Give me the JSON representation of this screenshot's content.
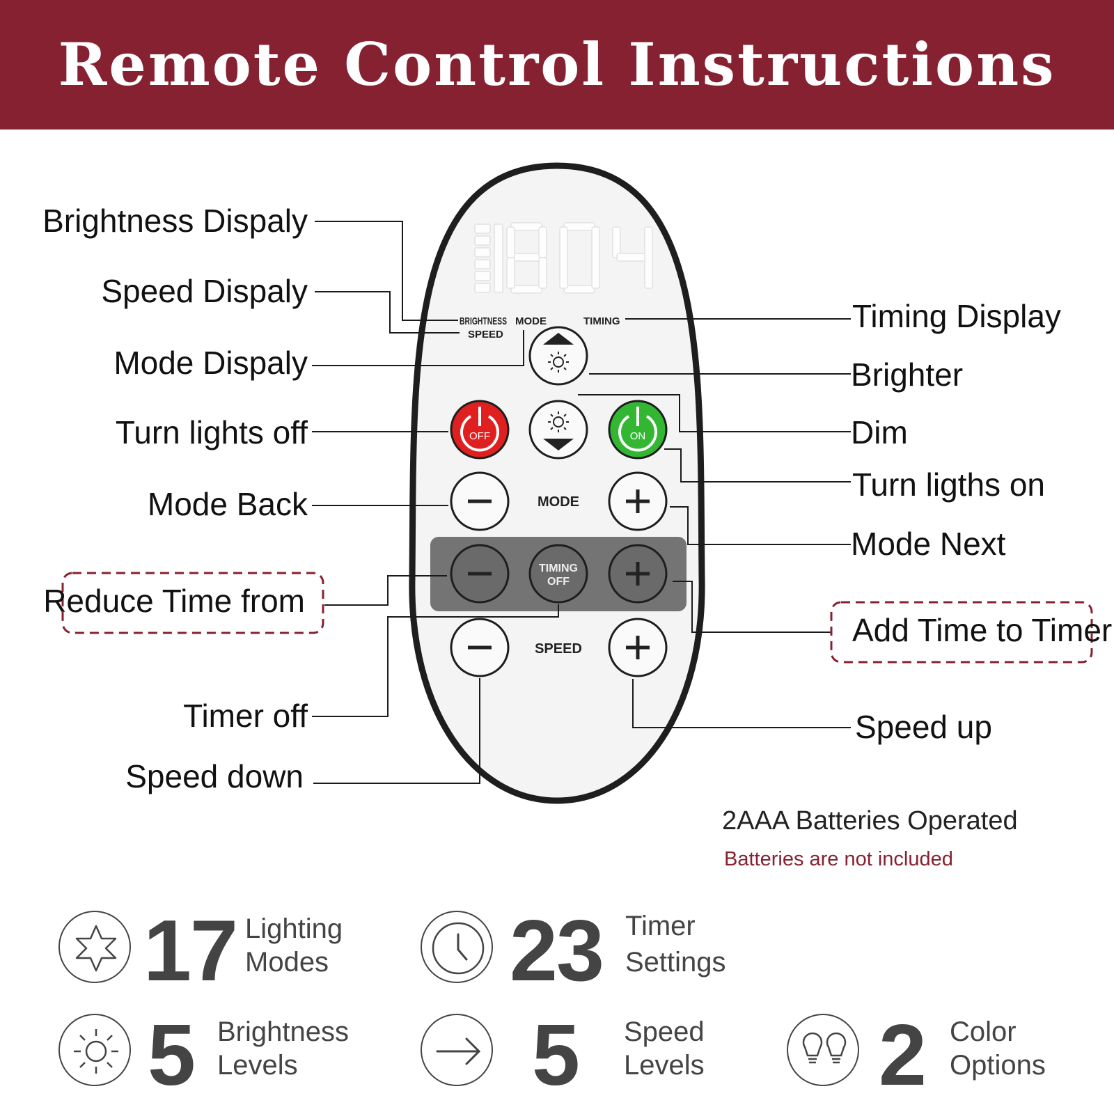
{
  "header": {
    "title": "Remote Control Instructions"
  },
  "colors": {
    "banner": "#862131",
    "accent": "#862131",
    "off_button": "#e02020",
    "on_button": "#33b733",
    "remote_body": "#f4f4f5",
    "remote_outline": "#1e1e1e",
    "timer_panel": "#747474"
  },
  "remote": {
    "display_digits": "1804",
    "display_labels": {
      "brightness": "BRIGHTNESS",
      "speed": "SPEED",
      "mode": "MODE",
      "timing": "TIMING"
    },
    "buttons": {
      "off": "OFF",
      "on": "ON",
      "mode_label": "MODE",
      "timing_off": [
        "TIMING",
        "OFF"
      ],
      "speed_label": "SPEED"
    },
    "icons": [
      "sun-up-icon",
      "sun-down-icon",
      "power-icon",
      "minus-icon",
      "plus-icon"
    ]
  },
  "callouts": {
    "left": [
      "Brightness Dispaly",
      "Speed Dispaly",
      "Mode Dispaly",
      "Turn lights off",
      "Mode Back",
      "Reduce Time from",
      "Timer off",
      "Speed down"
    ],
    "right": [
      "Timing Display",
      "Brighter",
      "Dim",
      "Turn ligths on",
      "Mode Next",
      "Add Time to Timer",
      "Speed up"
    ]
  },
  "battery": {
    "text": "2AAA Batteries Operated",
    "note": "Batteries are not included"
  },
  "specs": [
    {
      "icon": "star-icon",
      "number": "17",
      "line1": "Lighting",
      "line2": "Modes"
    },
    {
      "icon": "clock-icon",
      "number": "23",
      "line1": "Timer",
      "line2": "Settings"
    },
    {
      "icon": "sun-icon",
      "number": "5",
      "line1": "Brightness",
      "line2": "Levels"
    },
    {
      "icon": "arrow-right-icon",
      "number": "5",
      "line1": "Speed",
      "line2": "Levels"
    },
    {
      "icon": "bulbs-icon",
      "number": "2",
      "line1": "Color",
      "line2": "Options"
    }
  ]
}
